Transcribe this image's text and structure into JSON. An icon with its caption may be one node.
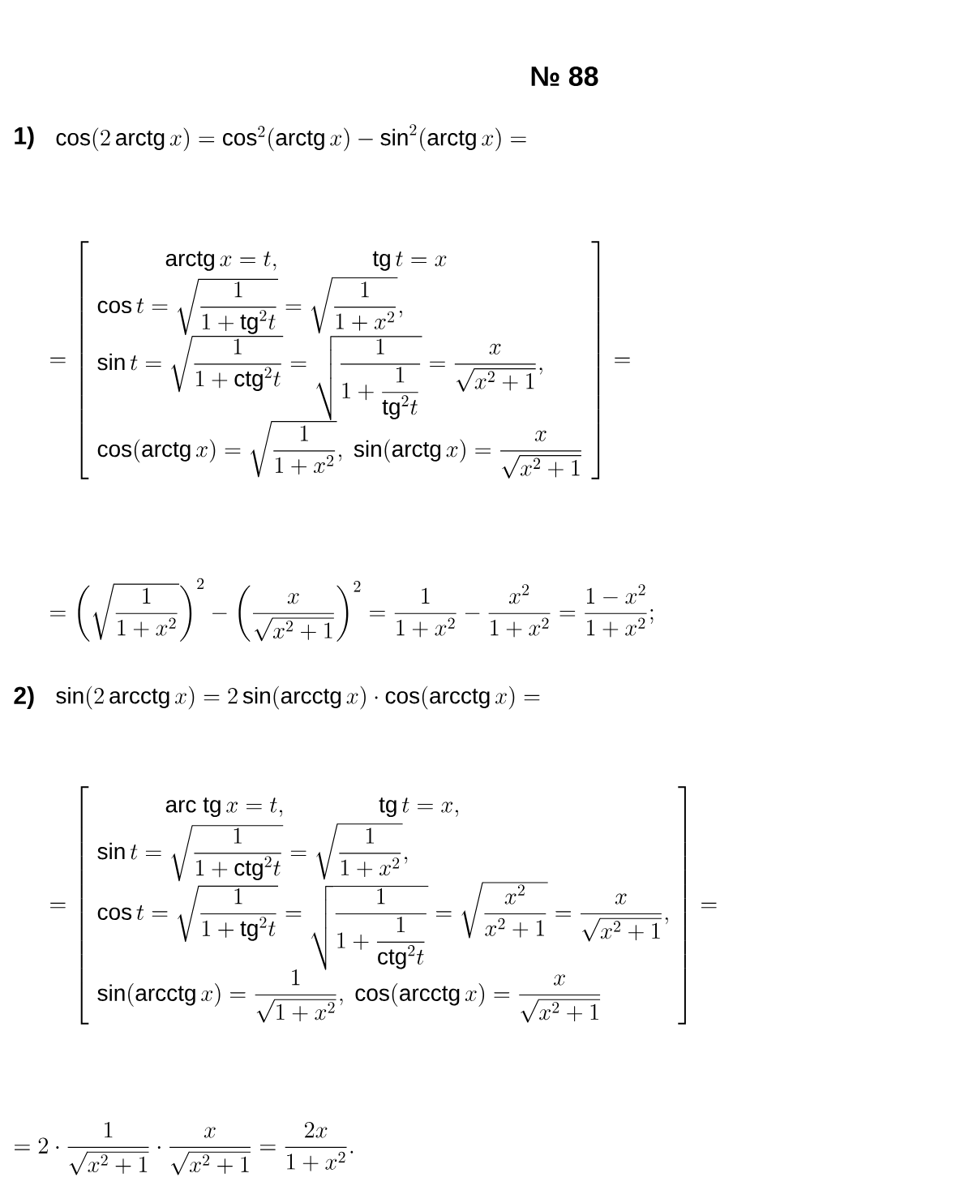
{
  "diagram": {
    "title": "№ 88",
    "labels": [
      "1)",
      "\\cos(2\\,\\mathrm{arctg}\\,x)=\\cos^2(\\mathrm{arctg}\\,x)-\\sin^2(\\mathrm{arctg}\\,x)=",
      "=\\left[\\begin{array}{l}\\qquad\\quad\\mathrm{arctg}\\,x=t,\\qquad\\qquad \\mathrm{tg}\\,t=x\\\\ \\cos t=\\sqrt{\\dfrac{1}{1+\\mathrm{tg}^2t}}=\\sqrt{\\dfrac{1}{1+x^2}},\\\\ \\sin t=\\sqrt{\\dfrac{1}{1+\\mathrm{ctg}^2t}}=\\sqrt{\\dfrac{1}{1+\\dfrac{1}{\\mathrm{tg}^2t}}}=\\dfrac{x}{\\sqrt{x^2+1}},\\\\ \\cos(\\mathrm{arctg}\\,x)=\\sqrt{\\dfrac{1}{1+x^2}},\\ \\sin(\\mathrm{arctg}\\,x)=\\dfrac{x}{\\sqrt{x^2+1}}\\end{array}\\right]=",
      "=\\left(\\sqrt{\\dfrac{1}{1+x^2}}\\right)^2-\\left(\\dfrac{x}{\\sqrt{x^2+1}}\\right)^2=\\dfrac{1}{1+x^2}-\\dfrac{x^2}{1+x^2}=\\dfrac{1-x^2}{1+x^2};",
      "2)",
      "\\sin(2\\,\\mathrm{arcctg}\\,x)=2\\sin(\\mathrm{arcctg}\\,x)\\cdot\\cos(\\mathrm{arcctg}\\,x)=",
      "=\\left[\\begin{array}{l}\\qquad\\quad\\mathrm{arc}\\ \\mathrm{tg}\\,x=t,\\qquad\\qquad \\mathrm{tg}\\,t=x,\\\\ \\sin t=\\sqrt{\\dfrac{1}{1+\\mathrm{ctg}^2t}}=\\sqrt{\\dfrac{1}{1+x^2}},\\\\ \\cos t=\\sqrt{\\dfrac{1}{1+\\mathrm{tg}^2t}}=\\sqrt{\\dfrac{1}{1+\\dfrac{1}{\\mathrm{ctg}^2t}}}=\\sqrt{\\dfrac{x^2}{x^2+1}}=\\dfrac{x}{\\sqrt{x^2+1}},\\\\ \\sin(\\mathrm{arcctg}\\,x)=\\dfrac{1}{\\sqrt{1+x^2}},\\ \\cos(\\mathrm{arcctg}\\,x)=\\dfrac{x}{\\sqrt{x^2+1}}\\end{array}\\right]=",
      "=2\\cdot\\dfrac{1}{\\sqrt{x^2+1}}\\cdot\\dfrac{x}{\\sqrt{x^2+1}}=\\dfrac{2x}{1+x^2}."
    ]
  }
}
